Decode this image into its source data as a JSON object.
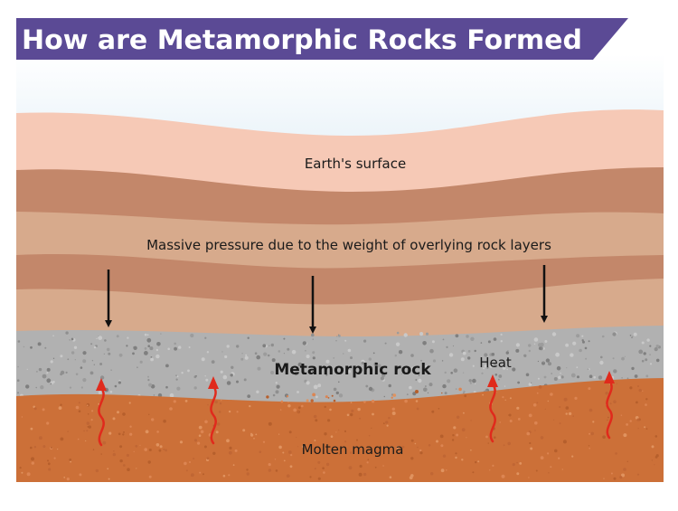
{
  "title": "How are Metamorphic Rocks Formed",
  "labels": {
    "surface": "Earth's surface",
    "pressure": "Massive pressure due to the weight of overlying rock layers",
    "metamorphic": "Metamorphic rock",
    "heat": "Heat",
    "magma": "Molten magma"
  },
  "colors": {
    "title_banner": "#5b4a95",
    "sky": "#e6f1f8",
    "surface_layer": "#f6c9b6",
    "dark_rock_layer": "#c3876a",
    "light_rock_layer": "#d7aa8c",
    "metamorphic_layer": "#b1b1b1",
    "magma_layer": "#cc7038",
    "heat_arrow": "#e02a1c",
    "pressure_arrow": "#111111"
  },
  "icons": {
    "pressure": "down-arrow-icon",
    "heat": "wavy-up-arrow-icon"
  }
}
